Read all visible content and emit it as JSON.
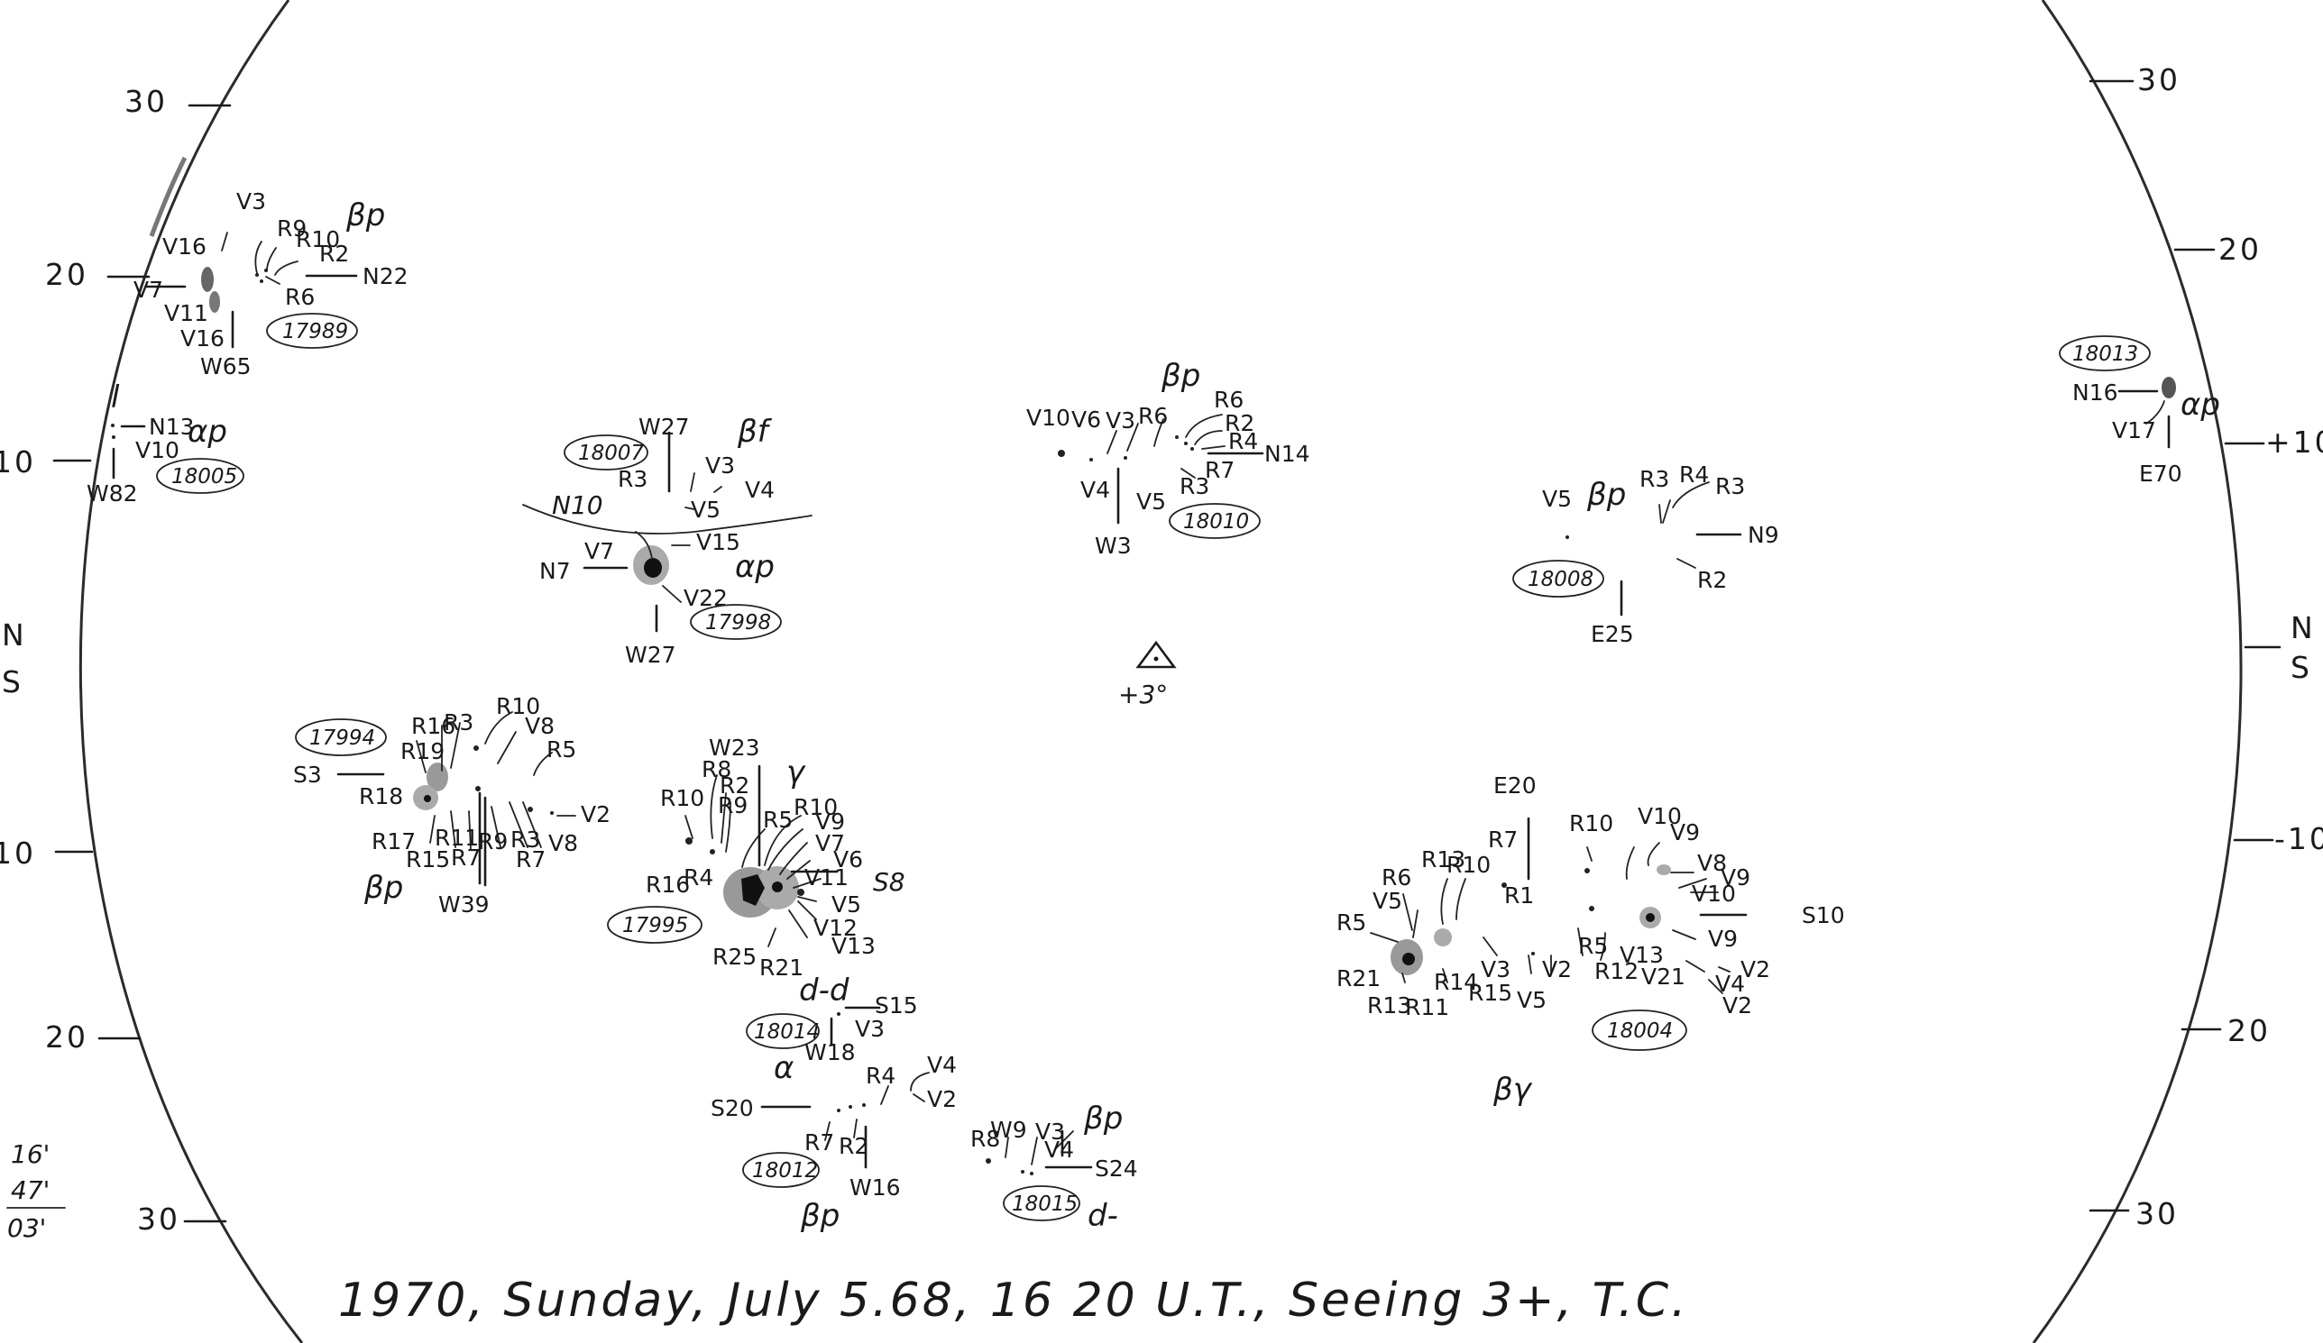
{
  "caption": "1970, Sunday, July 5.68, 16 20 U.T., Seeing 3+, T.C.",
  "center_mark": "+3°",
  "left_scale": {
    "ticks": [
      "30",
      "20",
      "10",
      "20",
      "30"
    ],
    "side_labels": [
      "N",
      "S"
    ],
    "corner_angles": [
      "16'",
      "47'",
      "03'"
    ]
  },
  "right_scale": {
    "ticks": [
      "30",
      "20",
      "+10",
      "-10",
      "20",
      "30"
    ],
    "side_labels": [
      "N",
      "S"
    ]
  },
  "regions": [
    {
      "number": "17989",
      "cls": "βp",
      "lat": "N22",
      "lon": "W65",
      "spots": [
        "V3",
        "V16",
        "V7",
        "V11",
        "V16",
        "R9",
        "R10",
        "R2",
        "R6"
      ]
    },
    {
      "number": "18005",
      "cls": "αp",
      "lat": "N13",
      "lon": "W82",
      "spots": [
        "l",
        "V10"
      ]
    },
    {
      "number": "18007",
      "cls": "βf",
      "lat": "N10",
      "lon": "W27",
      "spots": [
        "V3",
        "V4",
        "V5",
        "R3"
      ]
    },
    {
      "number": "17998",
      "cls": "αp",
      "lat": "N7",
      "lon": "W27",
      "spots": [
        "V7",
        "V15",
        "V22"
      ]
    },
    {
      "number": "18010",
      "cls": "βp",
      "lat": "N14",
      "lon": "W3",
      "spots": [
        "V10",
        "V6",
        "V3",
        "R6",
        "R2",
        "R4",
        "R7",
        "R3",
        "V4",
        "V5"
      ]
    },
    {
      "number": "18008",
      "cls": "βp",
      "lat": "N9",
      "lon": "E25",
      "spots": [
        "V5",
        "R3",
        "R4",
        "R3",
        "R2"
      ]
    },
    {
      "number": "18013",
      "cls": "αp",
      "lat": "N16",
      "lon": "E70",
      "spots": [
        "V17"
      ]
    },
    {
      "number": "17994",
      "cls": "βp",
      "lat": "S3",
      "lon": "W39",
      "spots": [
        "R16",
        "R3",
        "R10",
        "V8",
        "R19",
        "R5",
        "R18",
        "V2",
        "R17",
        "R15",
        "R11",
        "R7",
        "R9",
        "R3",
        "R7",
        "V8"
      ]
    },
    {
      "number": "17995",
      "cls": "γ",
      "lat": "S8",
      "lon": "W23",
      "spots": [
        "R10",
        "R8",
        "R2",
        "R9",
        "R5",
        "R10",
        "V9",
        "V7",
        "V6",
        "V11",
        "V5",
        "V12",
        "V13",
        "R16",
        "R4",
        "R25",
        "R21"
      ]
    },
    {
      "number": "18014",
      "cls": "α",
      "lat": "S15",
      "lon": "W18",
      "spots": [
        "d-d",
        "V3"
      ]
    },
    {
      "number": "18012",
      "cls": "βp",
      "lat": "S20",
      "lon": "W16",
      "spots": [
        "R4",
        "V4",
        "V2",
        "R7",
        "R2"
      ]
    },
    {
      "number": "18015",
      "cls": "βp",
      "lat": "S24",
      "lon": "",
      "spots": [
        "R8",
        "W9",
        "V3",
        "V4",
        "d-"
      ]
    },
    {
      "number": "18004",
      "cls": "βγ",
      "lat": "S10",
      "lon": "E20",
      "spots": [
        "R7",
        "R10",
        "V10",
        "V9",
        "R6",
        "R13",
        "R10",
        "V8",
        "V9",
        "R5",
        "V5",
        "R1",
        "V10",
        "R5",
        "R21",
        "R14",
        "R15",
        "V3",
        "V2",
        "R12",
        "V13",
        "V21",
        "V9",
        "V2",
        "V4",
        "V2",
        "R13",
        "R11",
        "V5"
      ]
    }
  ]
}
